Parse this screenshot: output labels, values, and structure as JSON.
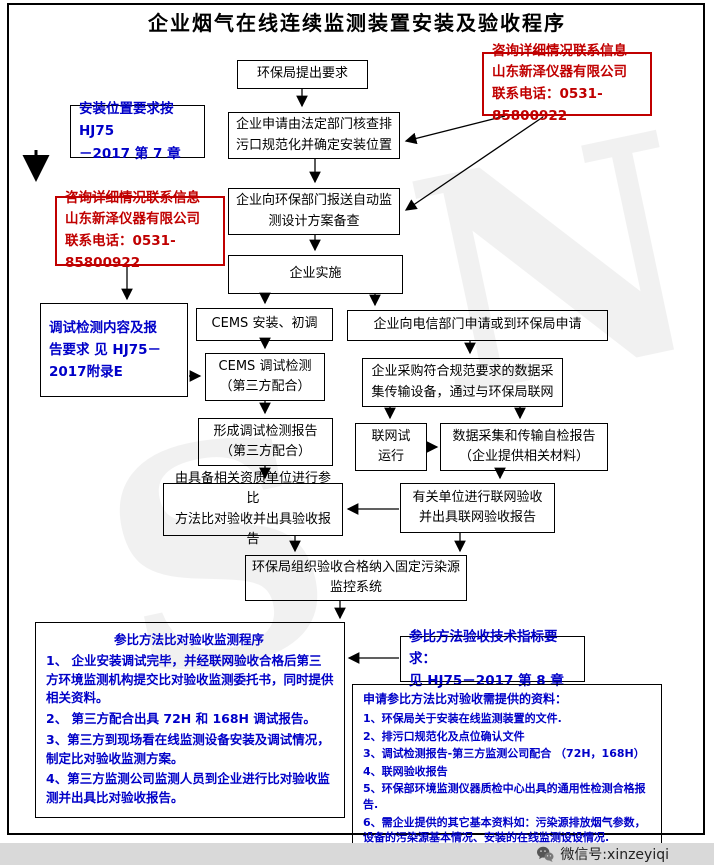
{
  "page": {
    "title": "企业烟气在线连续监测装置安装及验收程序"
  },
  "flow": {
    "request": "环保局提出要求",
    "apply": "企业申请由法定部门核查排\n污口规范化并确定安装位置",
    "submit": "企业向环保部门报送自动监\n测设计方案备查",
    "implement": "企业实施",
    "cems_install": "CEMS 安装、初调",
    "cems_test": "CEMS 调试检测\n（第三方配合）",
    "test_report": "形成调试检测报告\n（第三方配合）",
    "compare_accept": "由具备相关资质单位进行参比\n方法比对验收并出具验收报告",
    "telecom_apply": "企业向电信部门申请或到环保局申请",
    "purchase": "企业采购符合规范要求的数据采\n集传输设备，通过与环保局联网",
    "trial": "联网试\n运行",
    "self_check": "数据采集和传输自检报告\n（企业提供相关材料）",
    "network_accept": "有关单位进行联网验收\n并出具联网验收报告",
    "epa_accept": "环保局组织验收合格纳入固定污染源\n监控系统"
  },
  "notes": {
    "install_position": "安装位置要求按 HJ75\n－2017 第 7 章",
    "test_note": "调试检测内容及报\n告要求 见 HJ75－\n2017附录E",
    "tech_req": "参比方法验收技术指标要求：\n见 HJ75－2017 第 8 章"
  },
  "contact": {
    "info": "咨询详细情况联系信息\n山东新泽仪器有限公司\n联系电话：0531-85800922"
  },
  "left_box": {
    "title": "参比方法比对验收监测程序",
    "items": [
      "1、 企业安装调试完毕，并经联网验收合格后第三方环境监测机构提交比对验收监测委托书，同时提供相关资料。",
      "2、 第三方配合出具 72H 和 168H 调试报告。",
      "3、第三方到现场看在线监测设备安装及调试情况，制定比对验收监测方案。",
      "4、第三方监测公司监测人员到企业进行比对验收监测并出具比对验收报告。"
    ]
  },
  "right_box": {
    "title": "申请参比方法比对验收需提供的资料：",
    "items": [
      "1、环保局关于安装在线监测装置的文件.",
      "2、排污口规范化及点位确认文件",
      "3、调试检测报告-第三方监测公司配合 （72H，168H）",
      "4、联网验收报告",
      "5、环保部环境监测仪器质检中心出具的通用性检测合格报告.",
      "6、需企业提供的其它基本资料如：污染源排放烟气参数，设备的污染源基本情况、安装的在线监测设设情况."
    ]
  },
  "watermark": {
    "letter1": "S",
    "letter2": "N"
  },
  "footer": {
    "wechat_label": "微信号:xinzeyiqi"
  },
  "colors": {
    "accent_blue": "#0000C8",
    "accent_red": "#C00000",
    "footer_bg": "#D9D9D9"
  }
}
